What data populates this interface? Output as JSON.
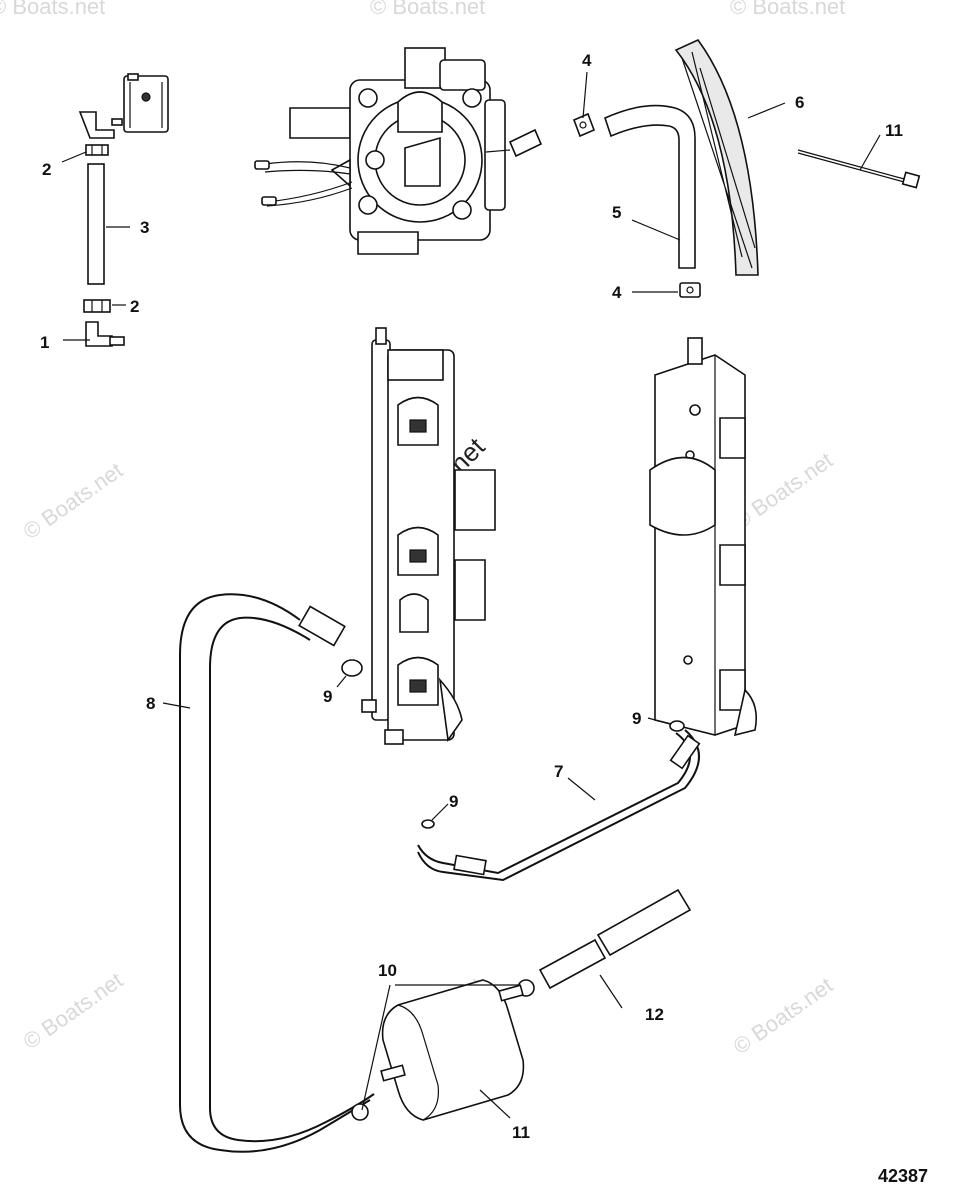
{
  "watermark": {
    "text": "© Boats.net"
  },
  "figure_number": "42387",
  "callouts": [
    {
      "id": "c1",
      "label": "1"
    },
    {
      "id": "c2a",
      "label": "2"
    },
    {
      "id": "c2b",
      "label": "2"
    },
    {
      "id": "c3",
      "label": "3"
    },
    {
      "id": "c4a",
      "label": "4"
    },
    {
      "id": "c4b",
      "label": "4"
    },
    {
      "id": "c5",
      "label": "5"
    },
    {
      "id": "c6",
      "label": "6"
    },
    {
      "id": "c7",
      "label": "7"
    },
    {
      "id": "c8",
      "label": "8"
    },
    {
      "id": "c9a",
      "label": "9"
    },
    {
      "id": "c9b",
      "label": "9"
    },
    {
      "id": "c9c",
      "label": "9"
    },
    {
      "id": "c10",
      "label": "10"
    },
    {
      "id": "c11a",
      "label": "11"
    },
    {
      "id": "c11b",
      "label": "11"
    },
    {
      "id": "c12",
      "label": "12"
    }
  ]
}
